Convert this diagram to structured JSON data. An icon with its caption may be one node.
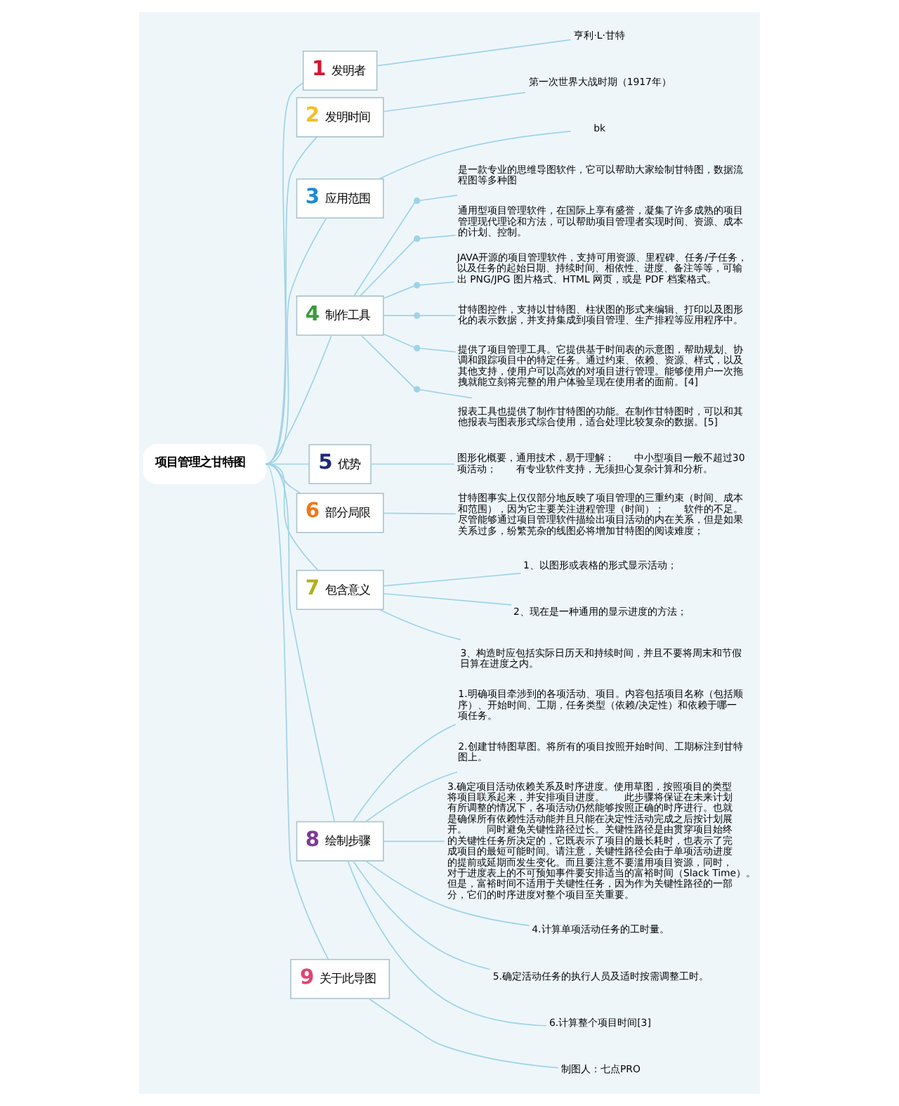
{
  "diagram": {
    "nodes": [
      {
        "text": [
          "项目管理之甘特图"
        ]
      },
      {
        "text": [
          "1",
          "发明者"
        ]
      },
      {
        "text": [
          "亨利·L·甘特"
        ]
      },
      {
        "text": [
          "2",
          "发明时间"
        ]
      },
      {
        "text": [
          "第一次世界大战时期（1917年）"
        ]
      },
      {
        "text": [
          "3",
          "应用范围"
        ]
      },
      {
        "text": [
          "bk"
        ]
      },
      {
        "text": [
          "4",
          "制作工具"
        ]
      },
      {
        "text": [],
        "shape": "point"
      },
      {
        "text": [
          "是一款专业的思维导图软件，它可以帮助大家绘制甘特图，数据流程图等多种图"
        ]
      },
      {
        "text": [],
        "shape": "point"
      },
      {
        "text": [
          "通用型项目管理软件，在国际上享有盛誉，凝集了许多成熟的项目管理现代理论和方法，可以帮助项目管理者实现时间、资源、成本的计划、控制。"
        ]
      },
      {
        "text": [],
        "shape": "point"
      },
      {
        "text": [
          "JAVA开源的项目管理软件，支持可用资源、里程碑、任务/子任务，以及任务的起始日期、持续时间、相依性、进度、备注等等，可输出 PNG/JPG 图片格式、HTML 网页，或是 PDF 档案格式。"
        ]
      },
      {
        "text": [],
        "shape": "point"
      },
      {
        "text": [
          "甘特图控件，支持以甘特图、柱状图的形式来编辑、打印以及图形化的表示数据，并支持集成到项目管理、生产排程等应用程序中。"
        ]
      },
      {
        "text": [],
        "shape": "point"
      },
      {
        "text": [
          "提供了项目管理工具。它提供基于时间表的示意图，帮助规划、协调和跟踪项目中的特定任务。通过约束、依赖、资源、样式，以及其他支持，使用户可以高效的对项目进行管理。能够使用户一次拖拽就能立刻将完整的用户体验呈现在使用者的面前。[4]"
        ]
      },
      {
        "text": [],
        "shape": "point"
      },
      {
        "text": [
          "报表工具也提供了制作甘特图的功能。在制作甘特图时，可以和其他报表与图表形式综合使用，适合处理比较复杂的数据。[5]"
        ]
      },
      {
        "text": [
          "5",
          "优势"
        ]
      },
      {
        "text": [
          "图形化概要，通用技术，易于理解；　　中小型项目一般不超过30项活动；　　有专业软件支持，无须担心复杂计算和分析。"
        ]
      },
      {
        "text": [
          "6",
          "部分局限"
        ]
      },
      {
        "text": [
          "甘特图事实上仅仅部分地反映了项目管理的三重约束（时间、成本和范围），因为它主要关注进程管理（时间）；　　软件的不足。尽管能够通过项目管理软件描绘出项目活动的内在关系，但是如果关系过多，纷繁芜杂的线图必将增加甘特图的阅读难度；"
        ]
      },
      {
        "text": [
          "7",
          "包含意义"
        ]
      },
      {
        "text": [
          "1、以图形或表格的形式显示活动；"
        ]
      },
      {
        "text": [
          "2、现在是一种通用的显示进度的方法；"
        ]
      },
      {
        "text": [
          "3、构造时应包括实际日历天和持续时间，并且不要将周末和节假日算在进度之内。"
        ]
      },
      {
        "text": [
          "8",
          "绘制步骤"
        ]
      },
      {
        "text": [
          "1.明确项目牵涉到的各项活动、项目。内容包括项目名称（包括顺序）、开始时间、工期，任务类型（依赖/决定性）和依赖于哪一项任务。"
        ]
      },
      {
        "text": [
          "2.创建甘特图草图。将所有的项目按照开始时间、工期标注到甘特图上。"
        ]
      },
      {
        "text": [
          "3.确定项目活动依赖关系及时序进度。使用草图，按照项目的类型将项目联系起来，并安排项目进度。　　此步骤将保证在未来计划有所调整的情况下，各项活动仍然能够按照正确的时序进行。也就是确保所有依赖性活动能并且只能在决定性活动完成之后按计划展开。　　同时避免关键性路径过长。关键性路径是由贯穿项目始终的关键性任务所决定的，它既表示了项目的最长耗时，也表示了完成项目的最短可能时间。请注意，关键性路径会由于单项活动进度的提前或延期而发生变化。而且要注意不要滥用项目资源，同时，对于进度表上的不可预知事件要安排适当的富裕时间（Slack Time）。但是，富裕时间不适用于关键性任务，因为作为关键性路径的一部分，它们的时序进度对整个项目至关重要。"
        ]
      },
      {
        "text": [
          "4.计算单项活动任务的工时量。"
        ]
      },
      {
        "text": [
          "5.确定活动任务的执行人员及适时按需调整工时。"
        ]
      },
      {
        "text": [
          "6.计算整个项目时间[3]"
        ]
      },
      {
        "text": [
          "9",
          "关于此导图"
        ]
      },
      {
        "text": [
          "制图人：七点PRO"
        ]
      }
    ],
    "edges": [
      {
        "from": 0,
        "to": 1,
        "arrow": "none"
      },
      {
        "from": 1,
        "to": 2,
        "arrow": "none"
      },
      {
        "from": 0,
        "to": 3,
        "arrow": "none"
      },
      {
        "from": 3,
        "to": 4,
        "arrow": "none"
      },
      {
        "from": 0,
        "to": 5,
        "arrow": "none"
      },
      {
        "from": 5,
        "to": 6,
        "arrow": "none"
      },
      {
        "from": 0,
        "to": 7,
        "arrow": "none"
      },
      {
        "from": 7,
        "to": 8,
        "arrow": "none"
      },
      {
        "from": 8,
        "to": 9,
        "arrow": "none"
      },
      {
        "from": 7,
        "to": 10,
        "arrow": "none"
      },
      {
        "from": 10,
        "to": 11,
        "arrow": "none"
      },
      {
        "from": 7,
        "to": 12,
        "arrow": "none"
      },
      {
        "from": 12,
        "to": 13,
        "arrow": "none"
      },
      {
        "from": 7,
        "to": 14,
        "arrow": "none"
      },
      {
        "from": 14,
        "to": 15,
        "arrow": "none"
      },
      {
        "from": 7,
        "to": 16,
        "arrow": "none"
      },
      {
        "from": 16,
        "to": 17,
        "arrow": "none"
      },
      {
        "from": 7,
        "to": 18,
        "arrow": "none"
      },
      {
        "from": 18,
        "to": 19,
        "arrow": "none"
      },
      {
        "from": 0,
        "to": 20,
        "arrow": "none"
      },
      {
        "from": 20,
        "to": 21,
        "arrow": "none"
      },
      {
        "from": 0,
        "to": 22,
        "arrow": "none"
      },
      {
        "from": 22,
        "to": 23,
        "arrow": "none"
      },
      {
        "from": 0,
        "to": 24,
        "arrow": "none"
      },
      {
        "from": 24,
        "to": 25,
        "arrow": "none"
      },
      {
        "from": 24,
        "to": 26,
        "arrow": "none"
      },
      {
        "from": 24,
        "to": 27,
        "arrow": "none"
      },
      {
        "from": 0,
        "to": 28,
        "arrow": "none"
      },
      {
        "from": 28,
        "to": 29,
        "arrow": "none"
      },
      {
        "from": 28,
        "to": 30,
        "arrow": "none"
      },
      {
        "from": 28,
        "to": 31,
        "arrow": "none"
      },
      {
        "from": 28,
        "to": 32,
        "arrow": "none"
      },
      {
        "from": 28,
        "to": 33,
        "arrow": "none"
      },
      {
        "from": 28,
        "to": 34,
        "arrow": "none"
      },
      {
        "from": 0,
        "to": 35,
        "arrow": "none"
      },
      {
        "from": 35,
        "to": 36,
        "arrow": "none"
      }
    ]
  }
}
